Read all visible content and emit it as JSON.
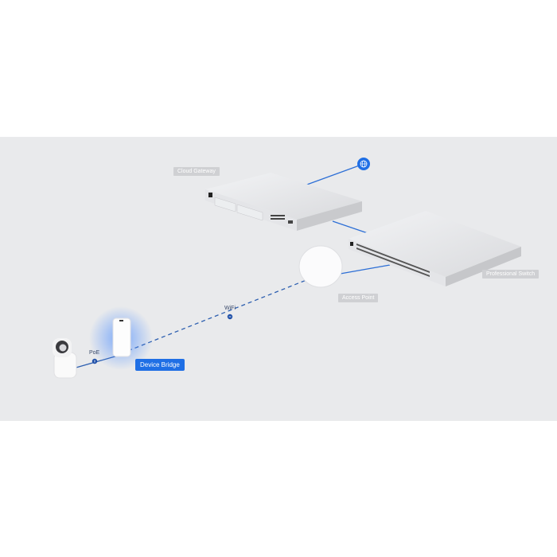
{
  "labels": {
    "cloud_gateway": "Cloud Gateway",
    "professional_switch": "Professional Switch",
    "access_point": "Access Point",
    "device_bridge": "Device Bridge",
    "wifi": "WiFi",
    "poe": "PoE"
  },
  "colors": {
    "accent": "#1f6fe5",
    "line": "#2d6fd6",
    "background": "#e9eaec"
  }
}
